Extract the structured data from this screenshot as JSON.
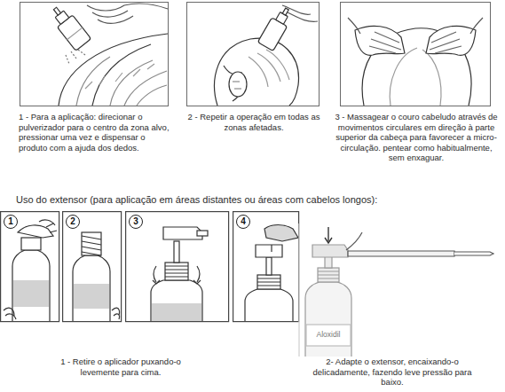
{
  "diagram": {
    "nodes": [
      {
        "text": [
          "1 - Para a aplicação: direcionar o pulverizador para o centro da zona alvo, pressionar uma vez e dispensar o produto com a ajuda dos dedos."
        ]
      },
      {
        "text": [
          "2 - Repetir a operação em todas as zonas afetadas."
        ]
      },
      {
        "text": [
          "3 - Massagear o couro cabeludo através de movimentos circulares em direção à parte superior da cabeça para favorecer a micro-circulação. pentear como habitualmente, sem enxaguar."
        ]
      },
      {
        "text": [
          "1"
        ]
      },
      {
        "text": [
          "2"
        ]
      },
      {
        "text": [
          "3"
        ]
      },
      {
        "text": [
          "4"
        ]
      }
    ],
    "labels": [
      "Uso do extensor (para aplicação em áreas distantes ou áreas com cabelos longos):",
      "Aloxidil",
      "1 - Retire o aplicador puxando-o levemente para cima.",
      "2- Adapte o extensor, encaixando-o delicadamente, fazendo leve pressão para baixo."
    ]
  }
}
